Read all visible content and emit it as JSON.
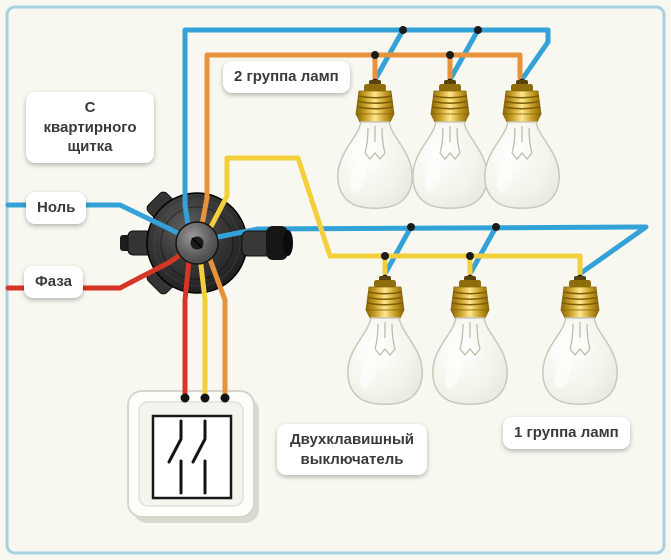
{
  "labels": {
    "group2": "2 группа ламп",
    "panel": "С квартирного щитка",
    "neutral": "Ноль",
    "phase": "Фаза",
    "switch": "Двухклавишный выключатель",
    "group1": "1 группа ламп"
  },
  "colors": {
    "wire-neutral": "#33a2d9",
    "wire-phase": "#d63626",
    "wire-group1": "#f2cf3b",
    "wire-group2": "#e8923c",
    "frame": "#a9cfe3",
    "background": "#f8f7f0",
    "label-bg": "#ffffff",
    "label-text": "#3a3a3a"
  },
  "lamp_groups": [
    {
      "label": "2 группа ламп",
      "lamps": 3
    },
    {
      "label": "1 группа ламп",
      "lamps": 3
    }
  ]
}
